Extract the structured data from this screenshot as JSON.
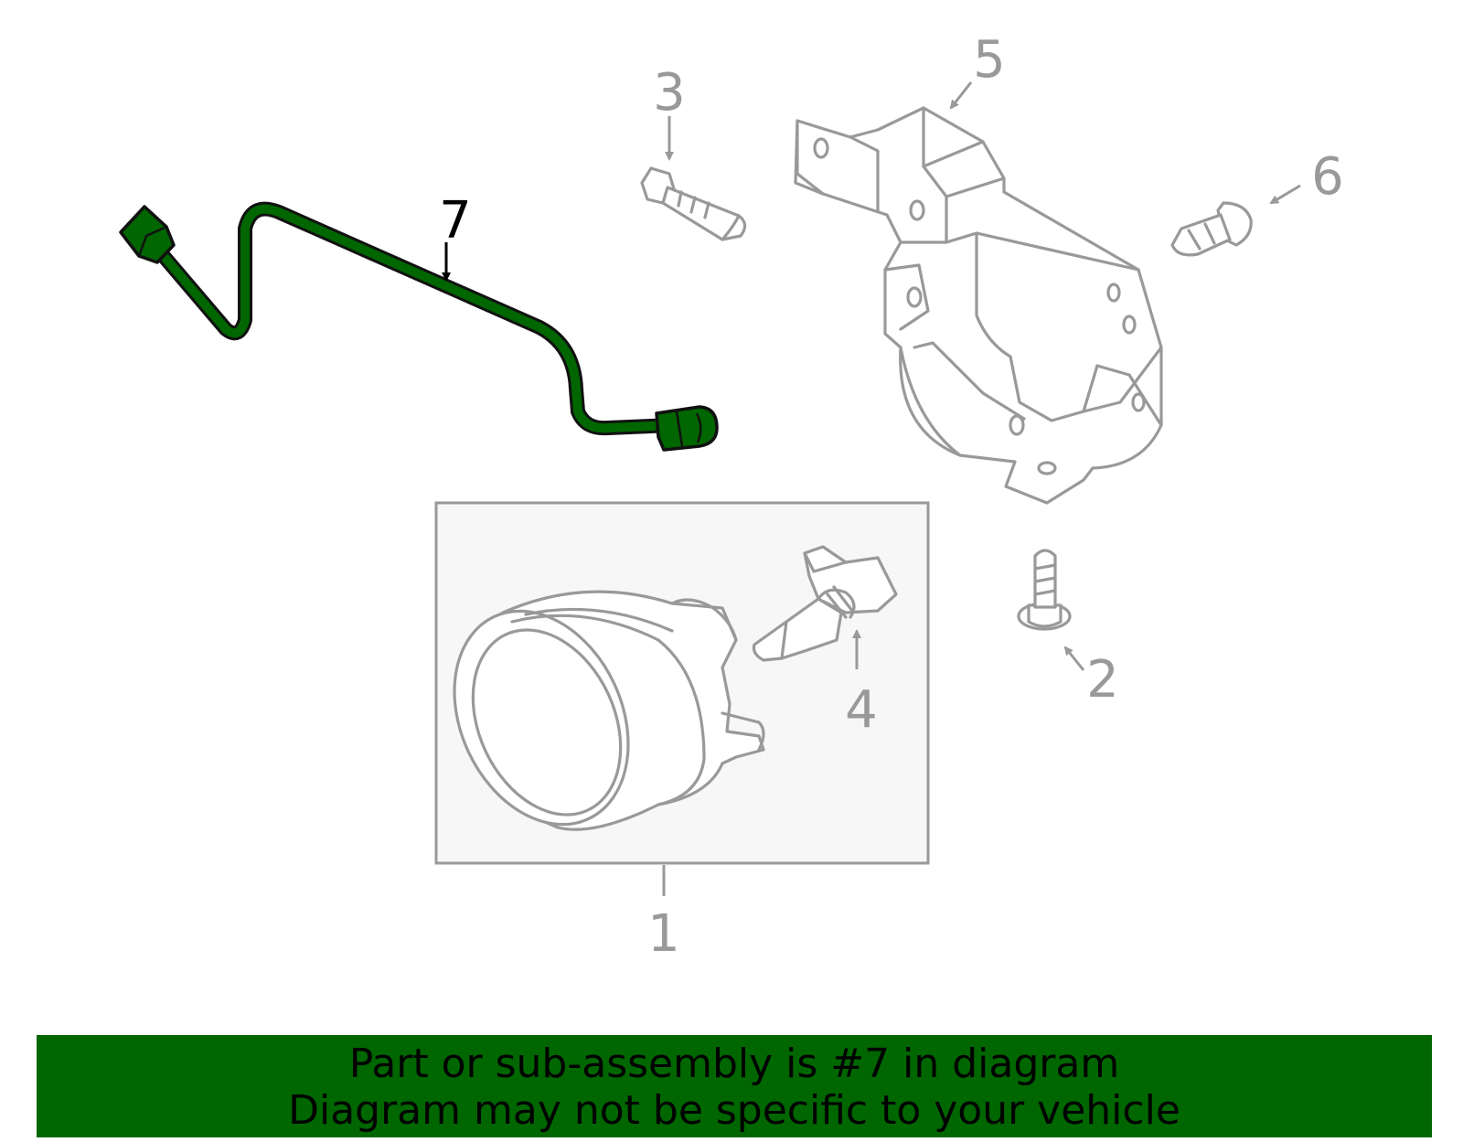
{
  "callouts": {
    "c1": "1",
    "c2": "2",
    "c3": "3",
    "c4": "4",
    "c5": "5",
    "c6": "6",
    "c7": "7"
  },
  "banner": {
    "line1": "Part or sub-assembly is #7 in diagram",
    "line2": "Diagram may not be specific to your vehicle"
  },
  "colors": {
    "highlight": "#006600",
    "part_outline": "#999999",
    "assembly_box_fill": "#f7f7f7"
  }
}
